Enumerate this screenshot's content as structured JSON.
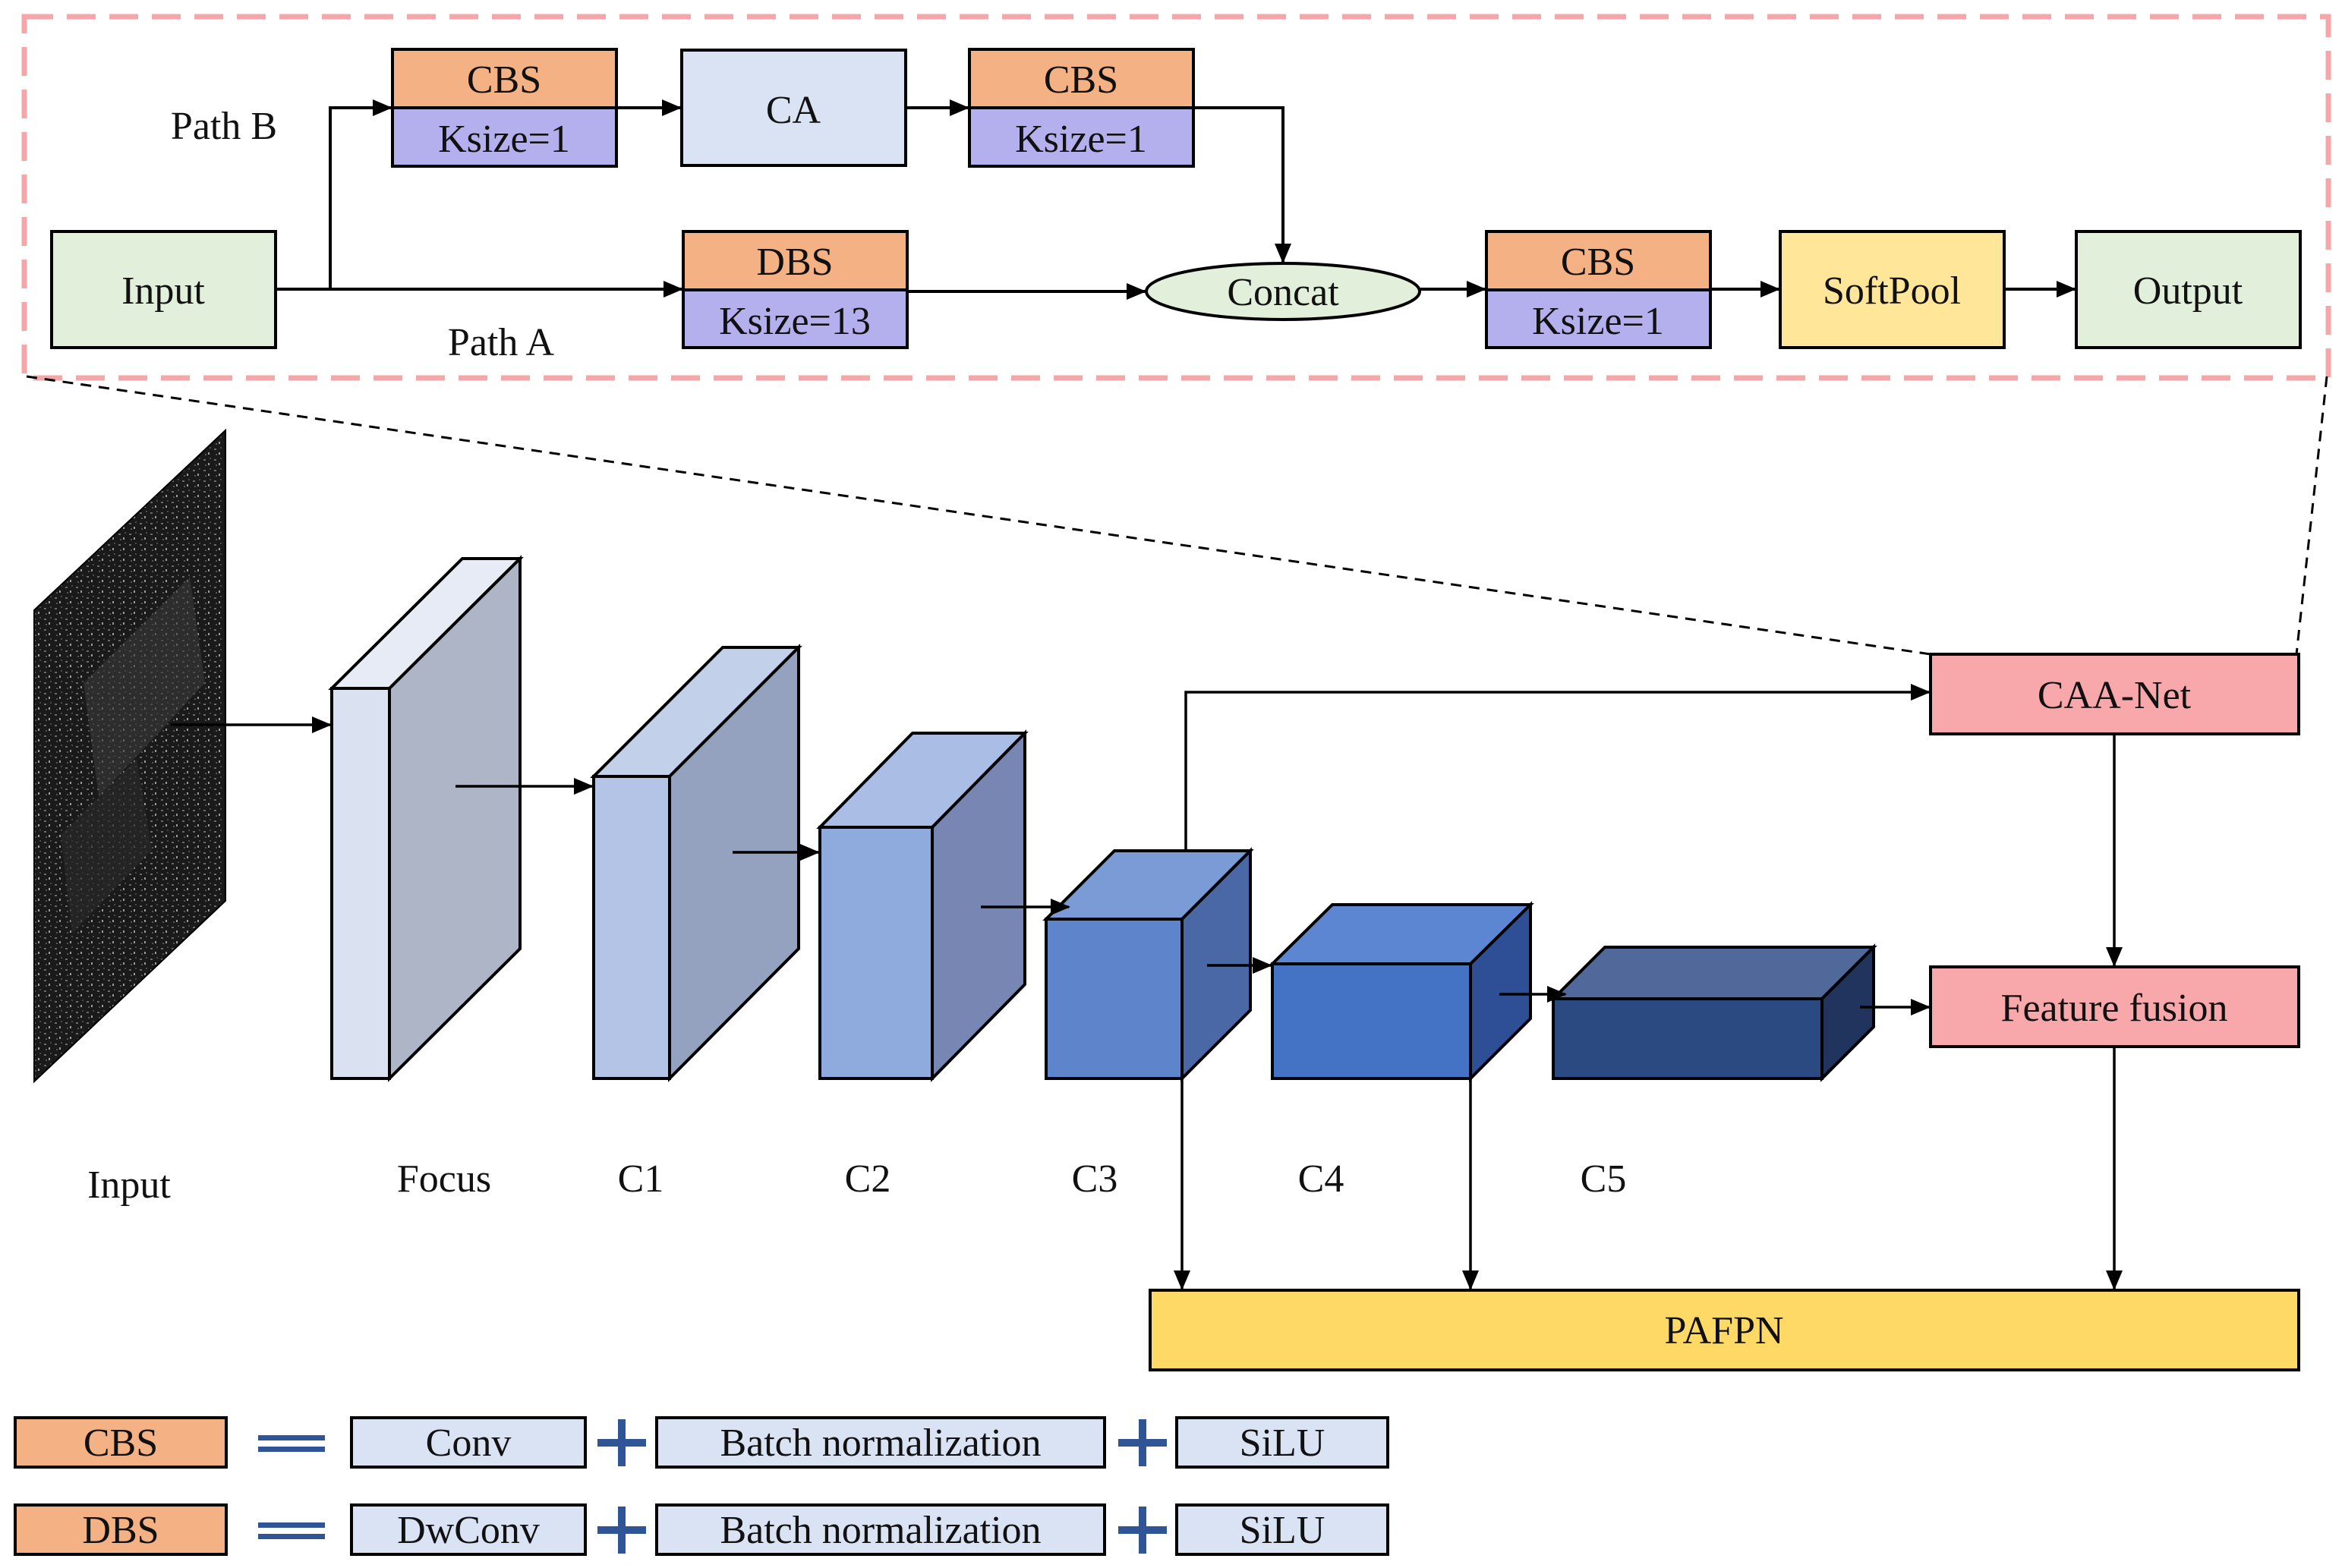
{
  "module": {
    "path_b_label": "Path B",
    "path_a_label": "Path A",
    "input_label": "Input",
    "cbs1_label": "CBS",
    "cbs1_ksize": "Ksize=1",
    "ca_label": "CA",
    "cbs2_label": "CBS",
    "cbs2_ksize": "Ksize=1",
    "dbs_label": "DBS",
    "dbs_ksize": "Ksize=13",
    "concat_label": "Concat",
    "cbs3_label": "CBS",
    "cbs3_ksize": "Ksize=1",
    "softpool_label": "SoftPool",
    "output_label": "Output"
  },
  "backbone": {
    "input_label": "Input",
    "focus_label": "Focus",
    "c1_label": "C1",
    "c2_label": "C2",
    "c3_label": "C3",
    "c4_label": "C4",
    "c5_label": "C5",
    "caa_net_label": "CAA-Net",
    "feature_fusion_label": "Feature fusion",
    "pafpn_label": "PAFPN"
  },
  "legend": {
    "cbs": {
      "name": "CBS",
      "conv": "Conv",
      "bn": "Batch normalization",
      "act": "SiLU"
    },
    "dbs": {
      "name": "DBS",
      "conv": "DwConv",
      "bn": "Batch normalization",
      "act": "SiLU"
    }
  },
  "colors": {
    "block_orange": "#F4B183",
    "block_purple": "#B4B0EE",
    "block_lightblue": "#DAE3F3",
    "block_green": "#E2EFDA",
    "block_yellow": "#FFE699",
    "caa_pink": "#F8A8AA",
    "pafpn_yellow": "#FFD966",
    "dashed_border": "#F4A6A8",
    "legend_symbol": "#2F5597"
  }
}
